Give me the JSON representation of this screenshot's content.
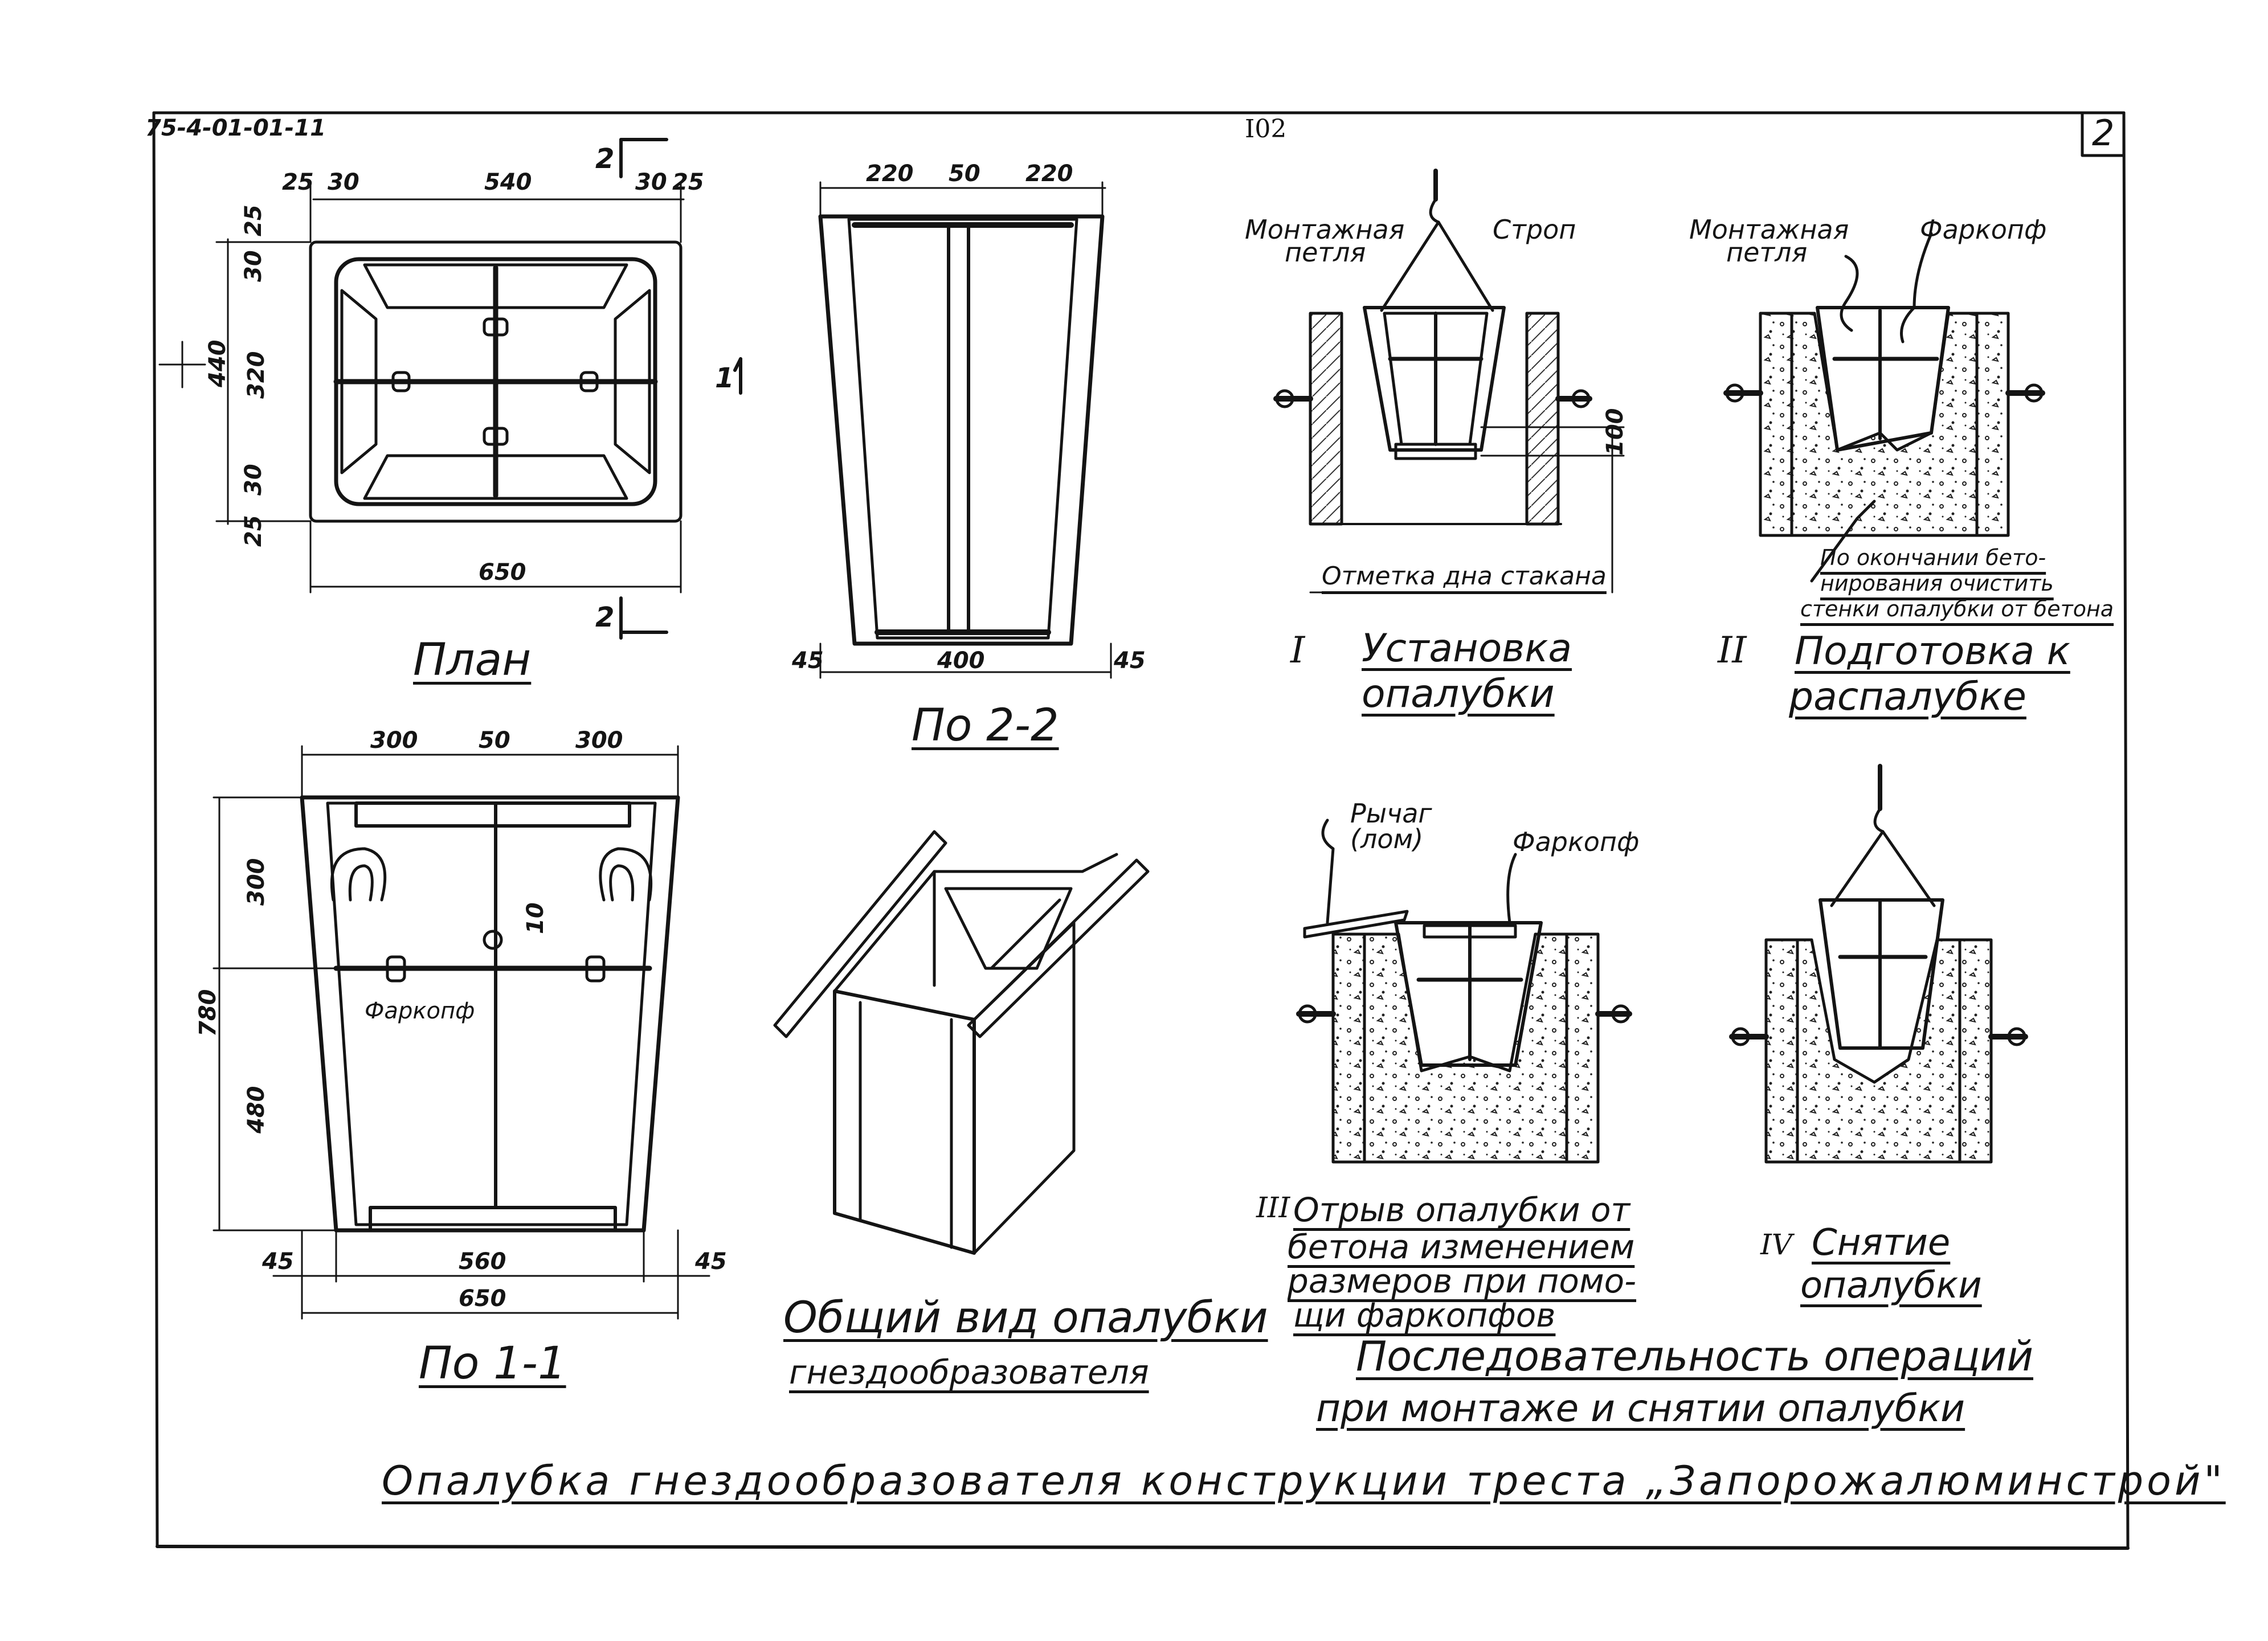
{
  "header": {
    "doc_code": "75-4-01-01-11",
    "page_number": "I02",
    "sheet_number": "2"
  },
  "plan": {
    "title": "План",
    "dims_top": [
      "25",
      "30",
      "540",
      "30",
      "25"
    ],
    "dims_left": [
      "25",
      "30",
      "320",
      "30",
      "25"
    ],
    "overall_height": "440",
    "overall_width": "650",
    "section_mark": "2",
    "section_mark_side": "1"
  },
  "section_2_2": {
    "title": "По 2-2",
    "dims_top": [
      "220",
      "50",
      "220"
    ],
    "dims_bottom": [
      "45",
      "400",
      "45"
    ]
  },
  "section_1_1": {
    "title": "По 1-1",
    "dims_top": [
      "300",
      "50",
      "300"
    ],
    "dims_left": [
      "300",
      "480"
    ],
    "overall_height": "780",
    "dim_small": "10",
    "label_farkopf": "Фаркопф",
    "dims_bottom": [
      "45",
      "560",
      "45"
    ],
    "overall_width": "650"
  },
  "general_view": {
    "title": "Общий вид опалубки",
    "subtitle": "гнездообразователя"
  },
  "steps": {
    "step1": {
      "roman": "I",
      "title_line1": "Установка",
      "title_line2": "опалубки",
      "label_loop_1": "Монтажная",
      "label_loop_2": "петля",
      "label_sling": "Строп",
      "dim": "100",
      "label_bottom": "Отметка дна стакана"
    },
    "step2": {
      "roman": "II",
      "title_line1": "Подготовка к",
      "title_line2": "распалубке",
      "label_loop_1": "Монтажная",
      "label_loop_2": "петля",
      "label_farkopf": "Фаркопф",
      "note_line1": "По окончании бето-",
      "note_line2": "нирования очистить",
      "note_line3": "стенки опалубки от бетона"
    },
    "step3": {
      "roman": "III",
      "label_lever_1": "Рычаг",
      "label_lever_2": "(лом)",
      "label_farkopf": "Фаркопф",
      "title_line1": "Отрыв опалубки от",
      "title_line2": "бетона изменением",
      "title_line3": "размеров при помо-",
      "title_line4": "щи фаркопфов"
    },
    "step4": {
      "roman": "IV",
      "title_line1": "Снятие",
      "title_line2": "опалубки"
    },
    "sequence_title_line1": "Последовательность операций",
    "sequence_title_line2": "при монтаже и снятии опалубки"
  },
  "footer": {
    "main_title": "Опалубка гнездообразователя конструкции треста „Запорожалюминстрой\""
  }
}
